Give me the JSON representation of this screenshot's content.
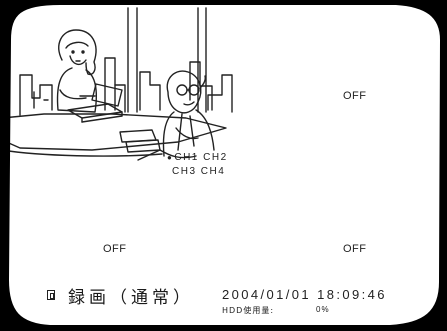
{
  "channels": {
    "ch2_status": "OFF",
    "ch3_status": "OFF",
    "ch4_status": "OFF",
    "layout_row1": "CH1 CH2",
    "layout_row2": "CH3 CH4",
    "active_marker": "●"
  },
  "footer": {
    "rec_icon": "film-cassette-icon",
    "rec_status": "録画（通常）",
    "datetime": "2004/01/01  18:09:46",
    "hdd_label": "HDD使用量:",
    "hdd_value": "0%"
  },
  "colors": {
    "frame": "#000000",
    "text": "#222222",
    "background": "#ffffff"
  }
}
